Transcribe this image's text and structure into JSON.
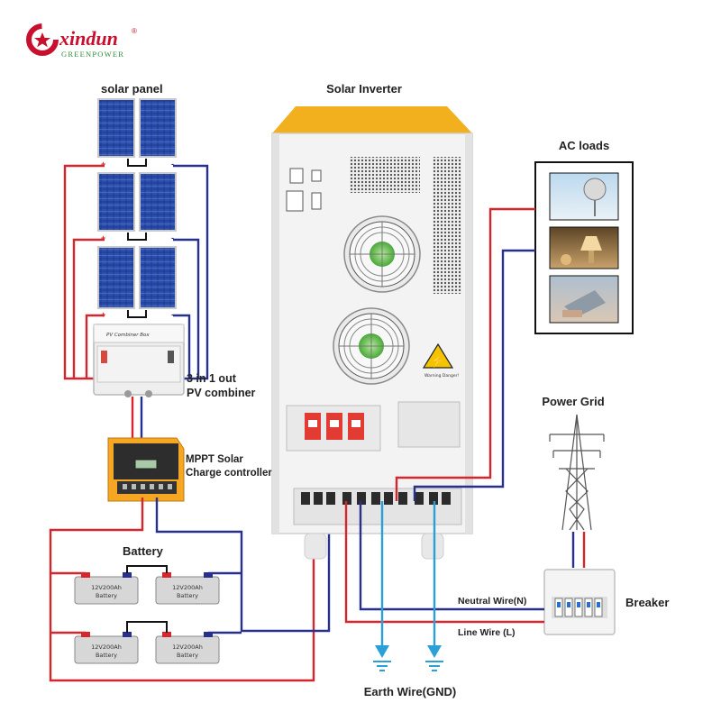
{
  "brand": {
    "name": "xindun",
    "tagline": "GREENPOWER",
    "registered": "®",
    "color": "#c8102e",
    "tagline_color": "#2e8b3d"
  },
  "labels": {
    "solar_panel": "solar panel",
    "solar_inverter": "Solar Inverter",
    "ac_loads": "AC loads",
    "combiner_line1": "3 in 1 out",
    "combiner_line2": "PV combiner",
    "combiner_box_text": "PV Combiner Box",
    "mppt_line1": "MPPT Solar",
    "mppt_line2": "Charge controller",
    "battery": "Battery",
    "power_grid": "Power Grid",
    "breaker": "Breaker",
    "neutral_wire": "Neutral Wire(N)",
    "line_wire": "Line Wire  (L)",
    "earth_wire": "Earth Wire(GND)",
    "warning": "Warning Danger!"
  },
  "batteries": [
    {
      "line1": "12V200Ah",
      "line2": "Battery"
    },
    {
      "line1": "12V200Ah",
      "line2": "Battery"
    },
    {
      "line1": "12V200Ah",
      "line2": "Battery"
    },
    {
      "line1": "12V200Ah",
      "line2": "Battery"
    }
  ],
  "ac_load_items": [
    "fan-icon",
    "lamp-icon",
    "laptop-icon"
  ],
  "colors": {
    "positive_wire": "#d6262d",
    "negative_wire": "#27318c",
    "ground_wire": "#2a9fd8",
    "inverter_top": "#f2b01e",
    "mppt_body": "#f5a623"
  }
}
